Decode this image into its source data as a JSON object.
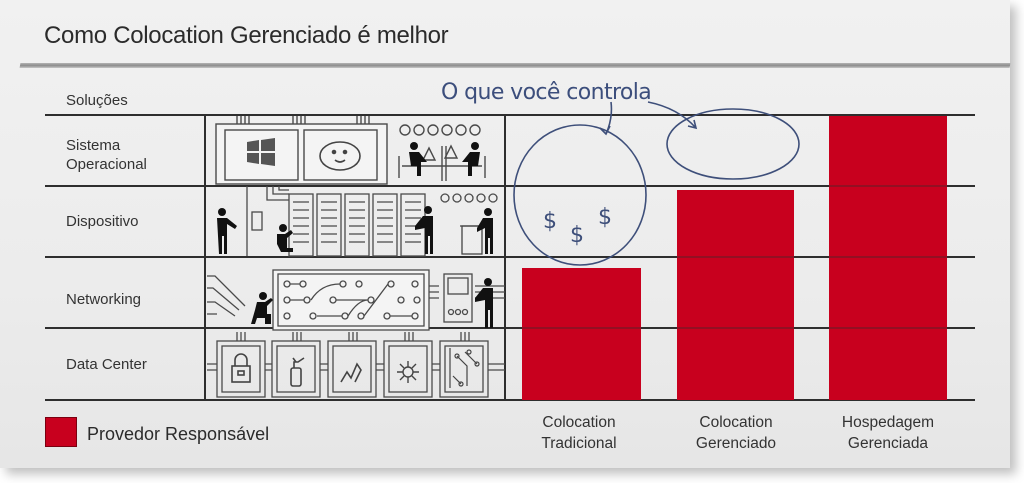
{
  "title": "Como Colocation Gerenciado é melhor",
  "column_header": "Soluções",
  "annotation": "O que você controla",
  "rows": [
    {
      "label_line1": "Sistema",
      "label_line2": "Operacional"
    },
    {
      "label_line1": "Dispositivo",
      "label_line2": ""
    },
    {
      "label_line1": "Networking",
      "label_line2": ""
    },
    {
      "label_line1": "Data Center",
      "label_line2": ""
    }
  ],
  "currency_marks": "$ $ $",
  "bars": [
    {
      "line1": "Colocation",
      "line2": "Tradicional"
    },
    {
      "line1": "Colocation",
      "line2": "Gerenciado"
    },
    {
      "line1": "Hospedagem",
      "line2": "Gerenciada"
    }
  ],
  "legend": {
    "label": "Provedor Responsável",
    "color": "#c8001e"
  },
  "icons": {
    "os_row": [
      "windows-logo-icon",
      "linux-penguin-icon",
      "people-at-desks-icon"
    ],
    "device_row": [
      "technician-icon",
      "server-racks-icon",
      "printer-icon"
    ],
    "network_row": [
      "circuit-board-icon",
      "control-panel-icon"
    ],
    "datacenter_row": [
      "lock-icon",
      "fire-extinguisher-icon",
      "power-icon",
      "network-hub-icon",
      "circuit-icon"
    ]
  },
  "chart_data": {
    "type": "bar",
    "title": "Como Colocation Gerenciado é melhor",
    "categories": [
      "Colocation Tradicional",
      "Colocation Gerenciado",
      "Hospedagem Gerenciada"
    ],
    "layers_bottom_to_top": [
      "Data Center",
      "Networking",
      "Dispositivo",
      "Sistema Operacional"
    ],
    "series": [
      {
        "name": "Provedor Responsável",
        "values": [
          2,
          3,
          4
        ]
      }
    ],
    "customer_controls": {
      "Colocation Tradicional": [
        "Dispositivo",
        "Sistema Operacional"
      ],
      "Colocation Gerenciado": [
        "Sistema Operacional"
      ],
      "Hospedagem Gerenciada": []
    },
    "annotation": "O que você controla",
    "xlabel": "",
    "ylabel": "Soluções",
    "ylim": [
      0,
      4
    ],
    "legend_position": "bottom-left",
    "grid": true
  }
}
